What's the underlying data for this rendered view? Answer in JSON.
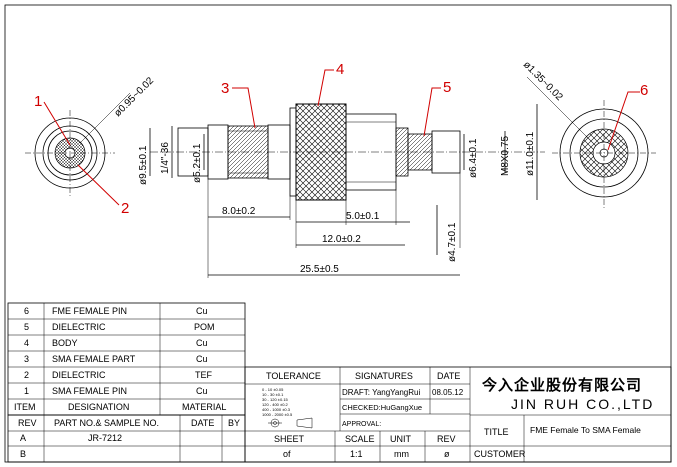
{
  "callouts": [
    "1",
    "2",
    "3",
    "4",
    "5",
    "6"
  ],
  "dimensions": {
    "left_diameter": "ø0.95~0.02",
    "right_diameter": "ø1.35~0.02",
    "d_9_5": "ø9.5±0.1",
    "thread_left": "1/4\"-36",
    "d_5_2": "ø5.2±0.1",
    "len_8": "8.0±0.2",
    "len_5": "5.0±0.1",
    "len_12": "12.0±0.2",
    "len_25_5": "25.5±0.5",
    "d_6_4": "ø6.4±0.1",
    "thread_right": "M8X0.75",
    "d_11": "ø11.0±0.1",
    "d_4_7": "ø4.7±0.1"
  },
  "bom": {
    "rows": [
      {
        "item": "6",
        "designation": "FME FEMALE PIN",
        "material": "Cu"
      },
      {
        "item": "5",
        "designation": "DIELECTRIC",
        "material": "POM"
      },
      {
        "item": "4",
        "designation": "BODY",
        "material": "Cu"
      },
      {
        "item": "3",
        "designation": "SMA FEMALE PART",
        "material": "Cu"
      },
      {
        "item": "2",
        "designation": "DIELECTRIC",
        "material": "TEF"
      },
      {
        "item": "1",
        "designation": "SMA FEMALE PIN",
        "material": "Cu"
      }
    ],
    "header": {
      "item": "ITEM",
      "designation": "DESIGNATION",
      "material": "MATERIAL"
    }
  },
  "revision": {
    "rev": "REV",
    "part_no": "PART NO.& SAMPLE NO.",
    "date": "DATE",
    "by": "BY",
    "row_a": {
      "rev": "A",
      "part_no": "JR-7212"
    },
    "row_b": {
      "rev": "B"
    }
  },
  "title_block": {
    "tolerance": "TOLERANCE",
    "tolerance_small": [
      "0 - 10 ±0.05",
      "10 - 30 ±0.1",
      "30 - 120 ±0.15",
      "120 - 400 ±0.2",
      "400 - 1000 ±0.3",
      "1000 - 2000 ±0.5"
    ],
    "signatures": "SIGNATURES",
    "date_header": "DATE",
    "draft": "DRAFT: YangYangRui",
    "draft_date": "08.05.12",
    "checked": "CHECKED:HuGangXue",
    "approval": "APPROVAL:",
    "sheet": "SHEET",
    "sheet_val": "of",
    "scale": "SCALE",
    "scale_val": "1:1",
    "unit": "UNIT",
    "unit_val": "mm",
    "rev": "REV",
    "rev_val": "ø",
    "company_cn": "今入企业股份有限公司",
    "company_en": "JIN RUH CO.,LTD",
    "title": "TITLE",
    "title_val": "FME Female To SMA Female",
    "customer": "CUSTOMER"
  }
}
